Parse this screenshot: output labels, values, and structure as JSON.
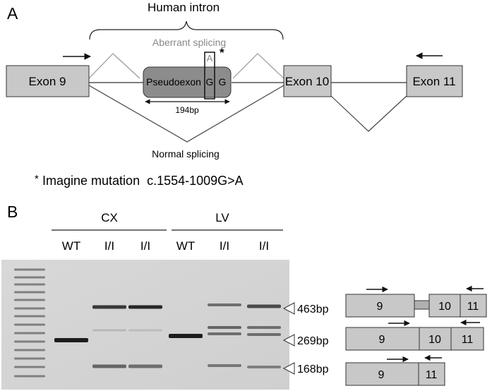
{
  "panel_a": {
    "label": "A",
    "intron_label": "Human intron",
    "aberrant_label": "Aberrant splicing",
    "normal_label": "Normal splicing",
    "exon9": "Exon 9",
    "exon10": "Exon 10",
    "exon11": "Exon 11",
    "pseudoexon": "Pseudoexon",
    "mut_top": "A",
    "mut_g1": "G",
    "mut_g2": "G",
    "star": "*",
    "length": "194bp",
    "footnote_star": "*",
    "footnote": "Imagine mutation  c.1554-1009G>A"
  },
  "panel_b": {
    "label": "B",
    "group_cx": "CX",
    "group_lv": "LV",
    "lanes": [
      "WT",
      "I/I",
      "I/I",
      "WT",
      "I/I",
      "I/I"
    ],
    "sizes": [
      "463bp",
      "269bp",
      "168bp"
    ],
    "schematic": {
      "row1": [
        "9",
        "10",
        "11"
      ],
      "row2": [
        "9",
        "10",
        "11"
      ],
      "row3": [
        "9",
        "11"
      ]
    }
  },
  "colors": {
    "exon_fill": "#c8c8c8",
    "pseudoexon_fill": "#8c8c8c",
    "gel_bg": "#d4d4d4",
    "band": "#1c1c1c",
    "line": "#222222",
    "aberrant_line": "#999999"
  }
}
